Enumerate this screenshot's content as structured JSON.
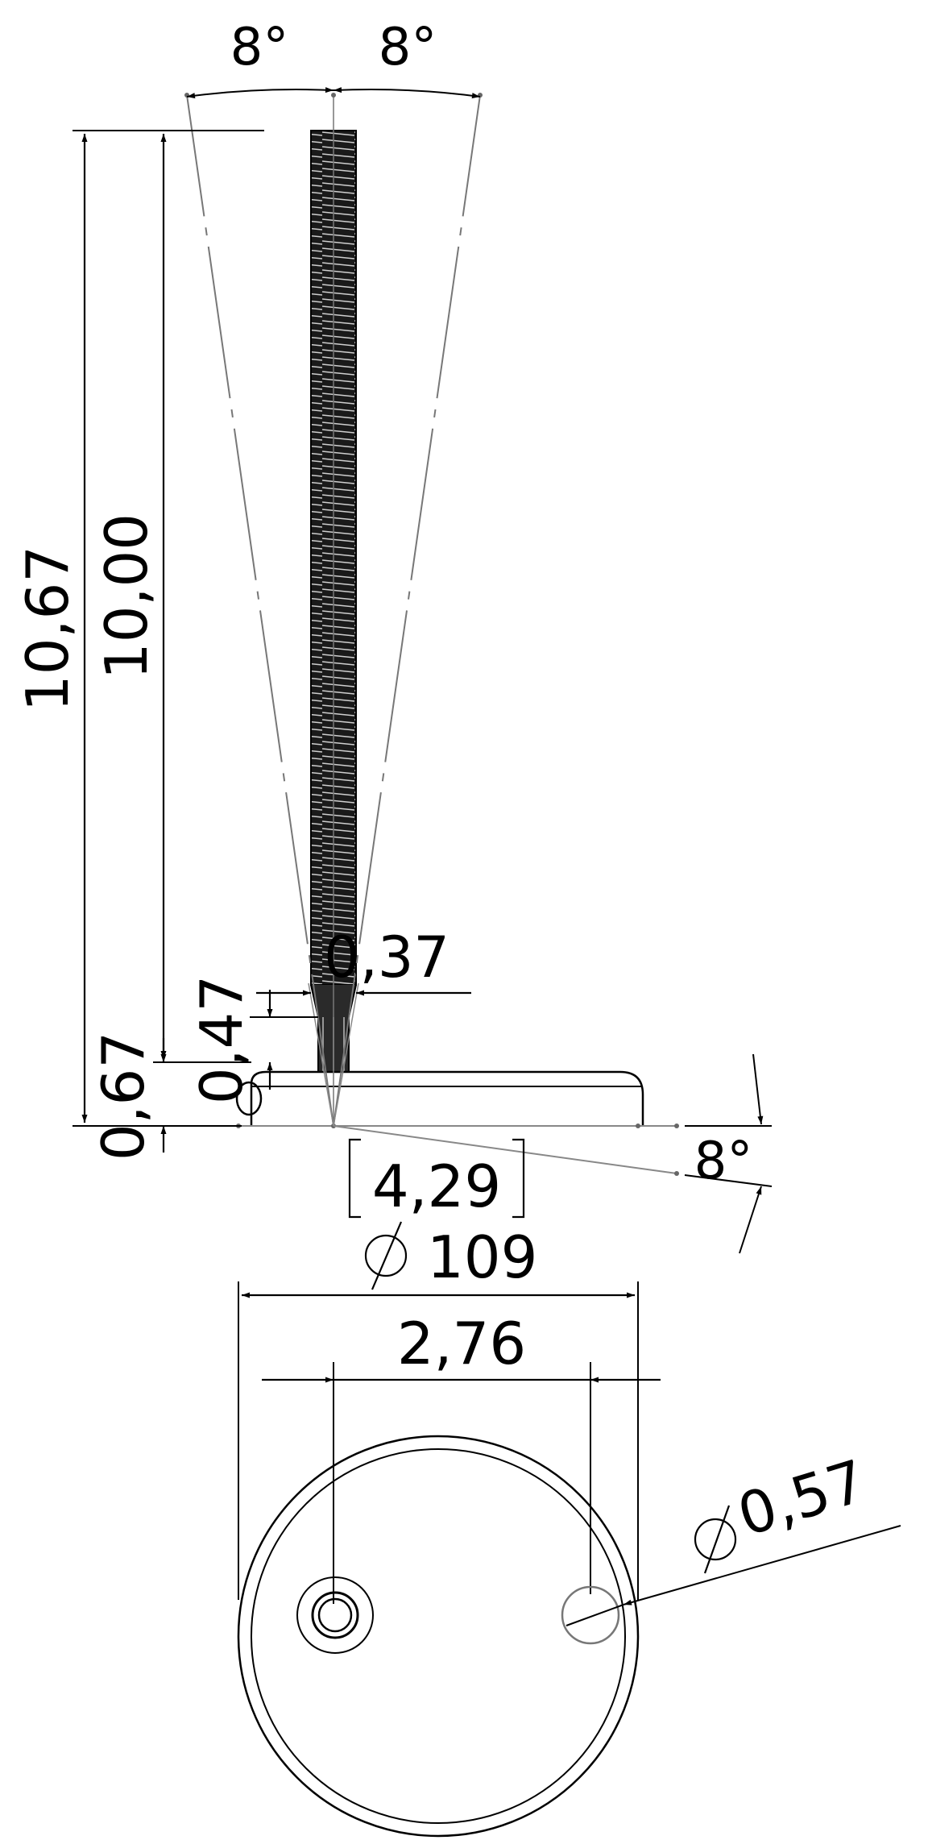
{
  "drawing": {
    "angles": {
      "top_left": "8°",
      "top_right": "8°",
      "base_tilt": "8°"
    },
    "dimensions": {
      "overall_height": "10,67",
      "thread_length": "10,00",
      "base_height": "0,67",
      "neck_height": "0,47",
      "thread_diameter": "0,37",
      "reference_height": "4,29",
      "base_diameter": "109",
      "hole_spacing": "2,76",
      "hole_diameter": "0,57"
    },
    "symbols": {
      "diameter_symbol": "diameter-symbol"
    },
    "colors": {
      "line": "#000000",
      "construction": "#777777",
      "background": "#ffffff"
    }
  }
}
